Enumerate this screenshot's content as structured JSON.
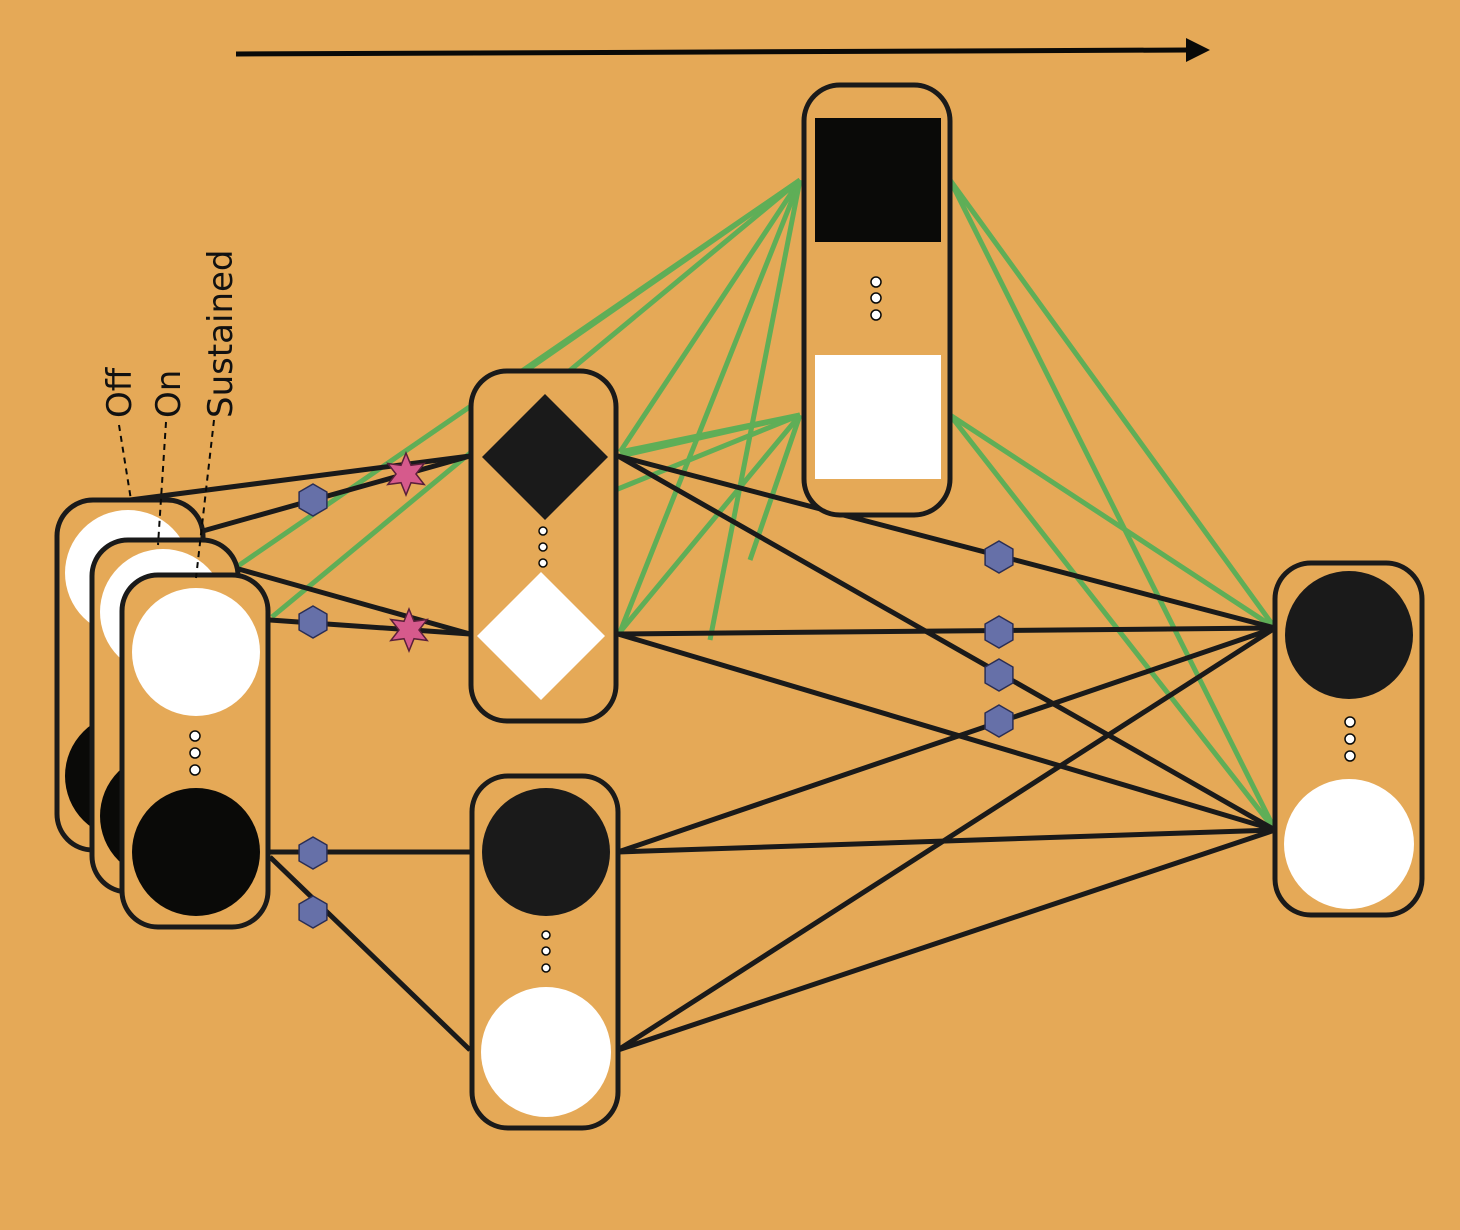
{
  "colors": {
    "background": "#E5A957",
    "dark": "#0A0A08",
    "dark_alt": "#1A1A1A",
    "light": "#FFFFFF",
    "green_connection": "#5FAE57",
    "black_connection": "#1A1A1A",
    "hexagon_marker": "#6670A8",
    "star_marker": "#D65A8C"
  },
  "labels": {
    "off": "Off",
    "on": "On",
    "sustained": "Sustained"
  },
  "legend_icons": [
    "direction-arrow",
    "hexagon-marker",
    "star-marker"
  ]
}
